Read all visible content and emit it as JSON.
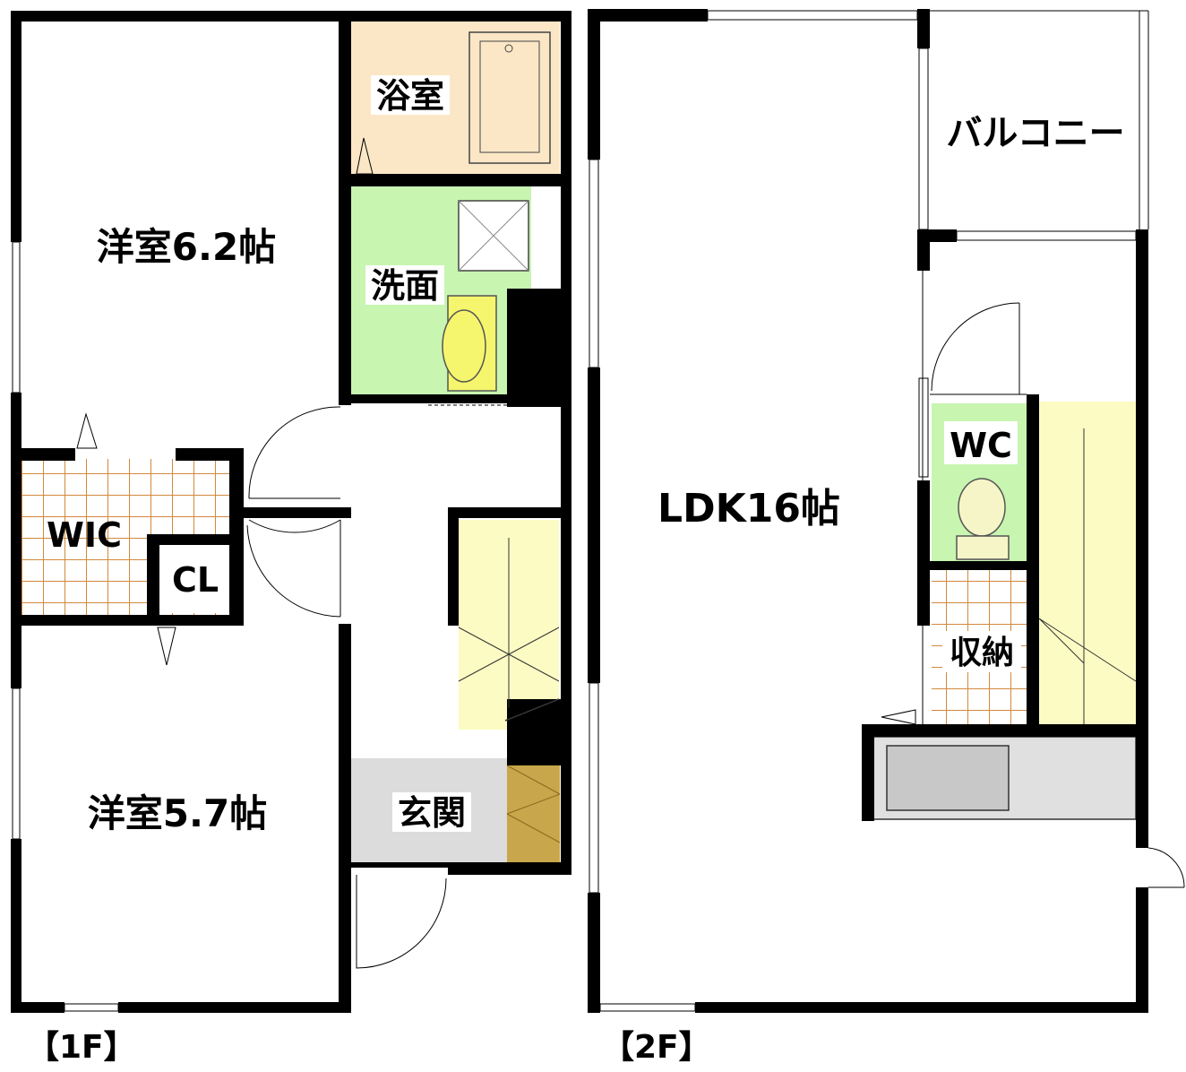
{
  "floors": {
    "first": {
      "label": "【1F】",
      "rooms": {
        "bedroom_a": "洋室6.2帖",
        "bedroom_b": "洋室5.7帖",
        "wic": "WIC",
        "closet": "CL",
        "bathroom": "浴室",
        "washroom": "洗面",
        "entrance": "玄関"
      }
    },
    "second": {
      "label": "【2F】",
      "rooms": {
        "ldk": "LDK16帖",
        "balcony": "バルコニー",
        "wc": "WC",
        "storage": "収納"
      }
    }
  },
  "colors": {
    "wall": "#000000",
    "bath": "#fbe7c6",
    "wash": "#c8f5b0",
    "wc": "#c8f5b0",
    "stairs": "#fbfbc3",
    "entrance": "#dcdcdc",
    "shoe_box": "#c8a64c",
    "sink": "#f5f56e",
    "grid_line": "#d2893c",
    "kitchen": "#c8c8c8"
  }
}
